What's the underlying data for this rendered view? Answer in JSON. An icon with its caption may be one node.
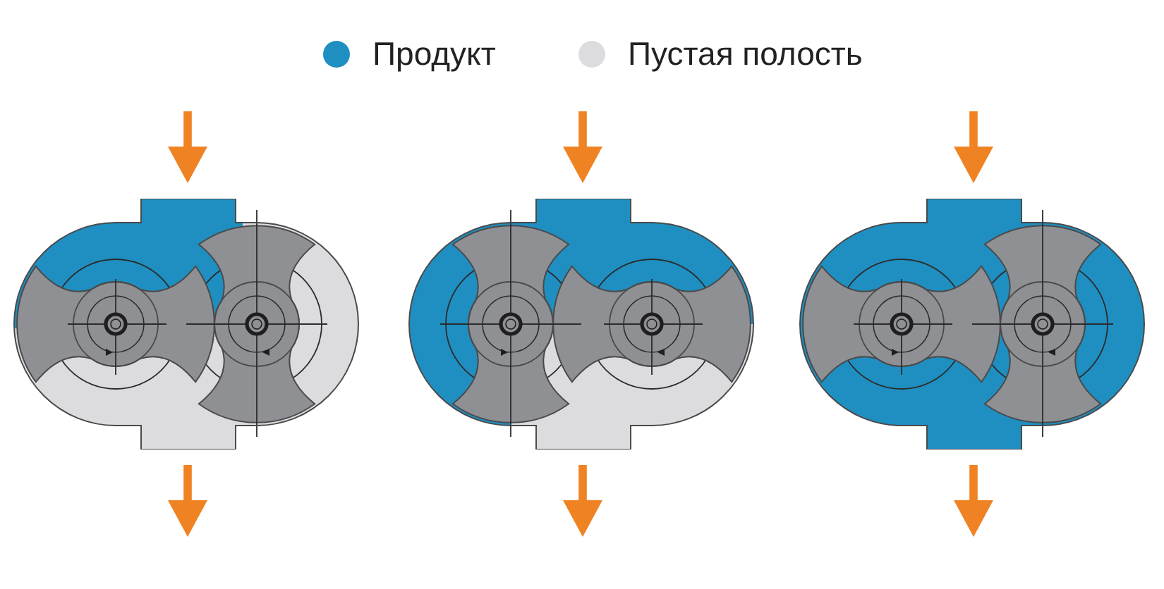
{
  "diagram": {
    "nodes": [
      {
        "text": [],
        "shape": "picture"
      },
      {
        "text": [],
        "shape": "picture"
      },
      {
        "text": [],
        "shape": "picture"
      }
    ],
    "legend": [
      {
        "text": "Продукт",
        "color": "#1f8fc1"
      },
      {
        "text": "Пустая полость",
        "color": "#dcdcde"
      }
    ]
  }
}
